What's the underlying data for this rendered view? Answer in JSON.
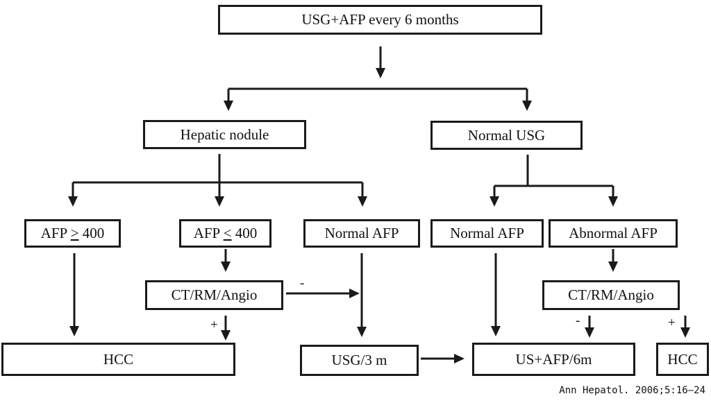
{
  "nodes": {
    "start": "USG+AFP every 6 months",
    "hepatic_nodule": "Hepatic nodule",
    "normal_usg": "Normal USG",
    "afp_ge_400": {
      "prefix": "AFP ",
      "symbol": ">",
      "suffix": " 400"
    },
    "afp_le_400": {
      "prefix": "AFP ",
      "symbol": "<",
      "suffix": " 400"
    },
    "normal_afp_left": "Normal AFP",
    "normal_afp_right": "Normal AFP",
    "abnormal_afp": "Abnormal AFP",
    "ct_left": "CT/RM/Angio",
    "ct_right": "CT/RM/Angio",
    "hcc_left": "HCC",
    "usg_3m": "USG/3 m",
    "us_afp_6m": "US+AFP/6m",
    "hcc_right": "HCC"
  },
  "edge_labels": {
    "ct_left_negative": "-",
    "ct_left_positive": "+",
    "ct_right_negative": "-",
    "ct_right_positive": "+"
  },
  "citation": "Ann Hepatol. 2006;5:16–24",
  "colors": {
    "line": "#1a1a1a",
    "text": "#111111",
    "background": "#ffffff"
  }
}
